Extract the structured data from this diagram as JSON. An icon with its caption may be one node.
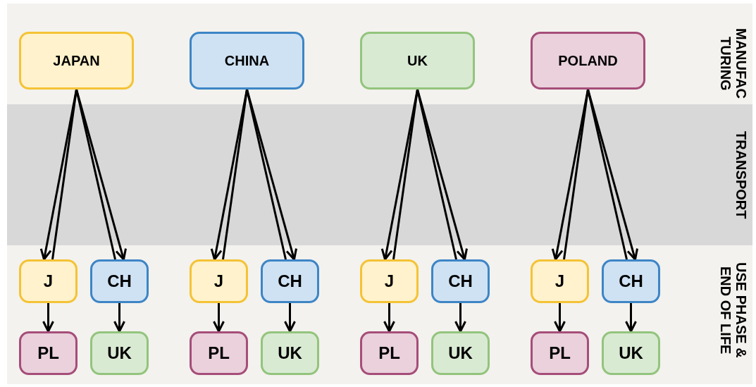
{
  "diagram": {
    "nodes": [
      {
        "text": [
          "JAPAN"
        ]
      },
      {
        "text": [
          "CHINA"
        ]
      },
      {
        "text": [
          "UK"
        ]
      },
      {
        "text": [
          "POLAND"
        ]
      },
      {
        "text": [
          "J"
        ]
      },
      {
        "text": [
          "CH"
        ]
      },
      {
        "text": [
          "J"
        ]
      },
      {
        "text": [
          "CH"
        ]
      },
      {
        "text": [
          "J"
        ]
      },
      {
        "text": [
          "CH"
        ]
      },
      {
        "text": [
          "J"
        ]
      },
      {
        "text": [
          "CH"
        ]
      },
      {
        "text": [
          "PL"
        ]
      },
      {
        "text": [
          "UK"
        ]
      },
      {
        "text": [
          "PL"
        ]
      },
      {
        "text": [
          "UK"
        ]
      },
      {
        "text": [
          "PL"
        ]
      },
      {
        "text": [
          "UK"
        ]
      },
      {
        "text": [
          "PL"
        ]
      },
      {
        "text": [
          "UK"
        ]
      }
    ],
    "edges": [
      {
        "from": 0,
        "to": 4,
        "arrow": "to"
      },
      {
        "from": 0,
        "to": 4,
        "arrow": "none"
      },
      {
        "from": 0,
        "to": 5,
        "arrow": "none"
      },
      {
        "from": 0,
        "to": 5,
        "arrow": "to"
      },
      {
        "from": 4,
        "to": 12,
        "arrow": "to"
      },
      {
        "from": 5,
        "to": 13,
        "arrow": "to"
      },
      {
        "from": 1,
        "to": 6,
        "arrow": "to"
      },
      {
        "from": 1,
        "to": 6,
        "arrow": "none"
      },
      {
        "from": 1,
        "to": 7,
        "arrow": "none"
      },
      {
        "from": 1,
        "to": 7,
        "arrow": "to"
      },
      {
        "from": 6,
        "to": 14,
        "arrow": "to"
      },
      {
        "from": 7,
        "to": 15,
        "arrow": "to"
      },
      {
        "from": 2,
        "to": 8,
        "arrow": "to"
      },
      {
        "from": 2,
        "to": 8,
        "arrow": "none"
      },
      {
        "from": 2,
        "to": 9,
        "arrow": "none"
      },
      {
        "from": 2,
        "to": 9,
        "arrow": "to"
      },
      {
        "from": 8,
        "to": 16,
        "arrow": "to"
      },
      {
        "from": 9,
        "to": 17,
        "arrow": "to"
      },
      {
        "from": 3,
        "to": 10,
        "arrow": "to"
      },
      {
        "from": 3,
        "to": 10,
        "arrow": "none"
      },
      {
        "from": 3,
        "to": 11,
        "arrow": "none"
      },
      {
        "from": 3,
        "to": 11,
        "arrow": "to"
      },
      {
        "from": 10,
        "to": 18,
        "arrow": "to"
      },
      {
        "from": 11,
        "to": 19,
        "arrow": "to"
      }
    ],
    "labels": [
      "MANUFAC TURING",
      "TRANSPORT",
      "USE PHASE & END OF LIFE"
    ]
  }
}
